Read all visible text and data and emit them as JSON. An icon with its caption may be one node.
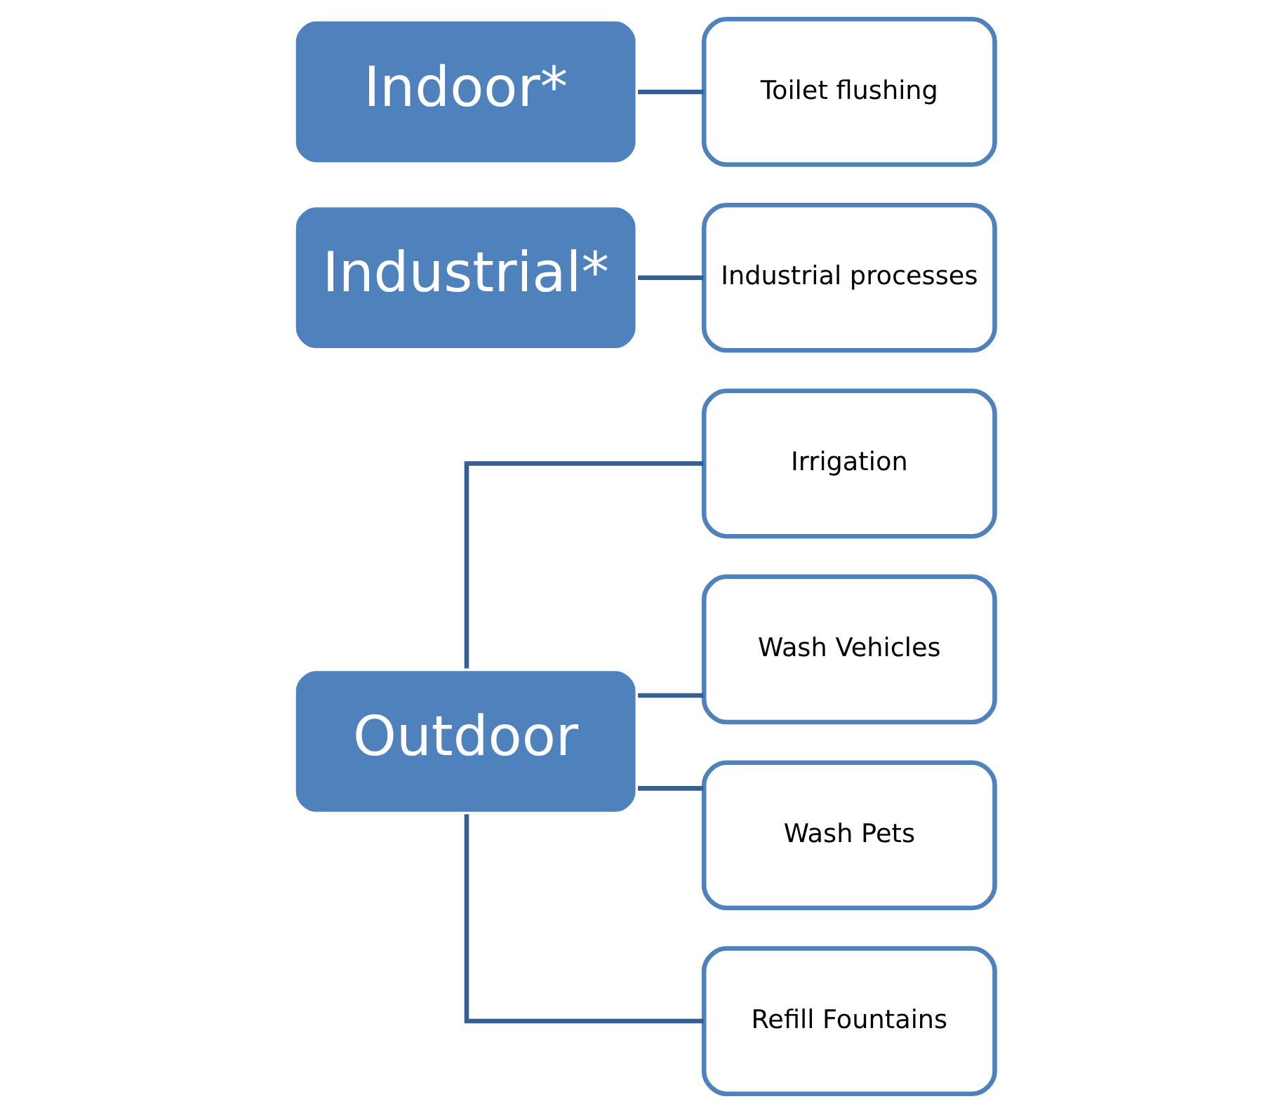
{
  "diagram": {
    "nodes": [
      {
        "text": [
          "Outdoor"
        ]
      },
      {
        "text": [
          "Irrigation"
        ]
      },
      {
        "text": [
          "Wash Vehicles"
        ]
      },
      {
        "text": [
          "Wash Pets"
        ]
      },
      {
        "text": [
          "Refill Fountains"
        ]
      },
      {
        "text": [
          "Industrial*"
        ]
      },
      {
        "text": [
          "Industrial processes"
        ]
      },
      {
        "text": [
          "Indoor*"
        ]
      },
      {
        "text": [
          "Toilet flushing"
        ]
      }
    ],
    "edges": [
      {
        "from": 0,
        "to": 1,
        "arrow": "none"
      },
      {
        "from": 0,
        "to": 2,
        "arrow": "none"
      },
      {
        "from": 0,
        "to": 3,
        "arrow": "none"
      },
      {
        "from": 0,
        "to": 4,
        "arrow": "none"
      },
      {
        "from": 5,
        "to": 6,
        "arrow": "none"
      },
      {
        "from": 7,
        "to": 8,
        "arrow": "none"
      }
    ]
  }
}
